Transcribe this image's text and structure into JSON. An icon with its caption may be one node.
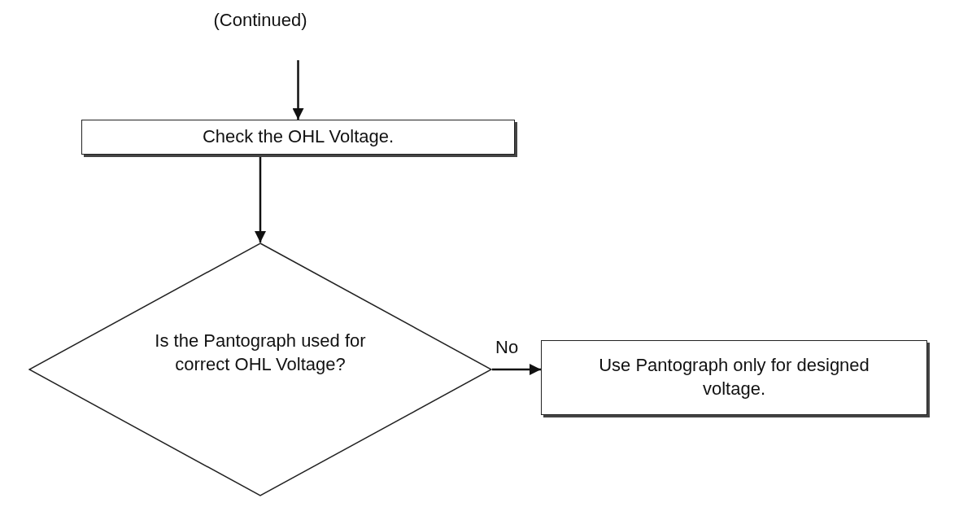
{
  "diagram": {
    "nodes": [
      {
        "text": [
          "(Continued)"
        ]
      },
      {
        "text": [
          "Check the OHL Voltage."
        ]
      },
      {
        "text": [
          "Is the Pantograph used for correct OHL Voltage?"
        ]
      },
      {
        "text": [
          "Use Pantograph only for designed voltage."
        ]
      }
    ],
    "edges": [
      {
        "from": 0,
        "to": 1,
        "arrow": "to"
      },
      {
        "from": 1,
        "to": 2,
        "arrow": "to"
      },
      {
        "from": 2,
        "to": 3,
        "arrow": "to",
        "label": "No"
      }
    ]
  }
}
